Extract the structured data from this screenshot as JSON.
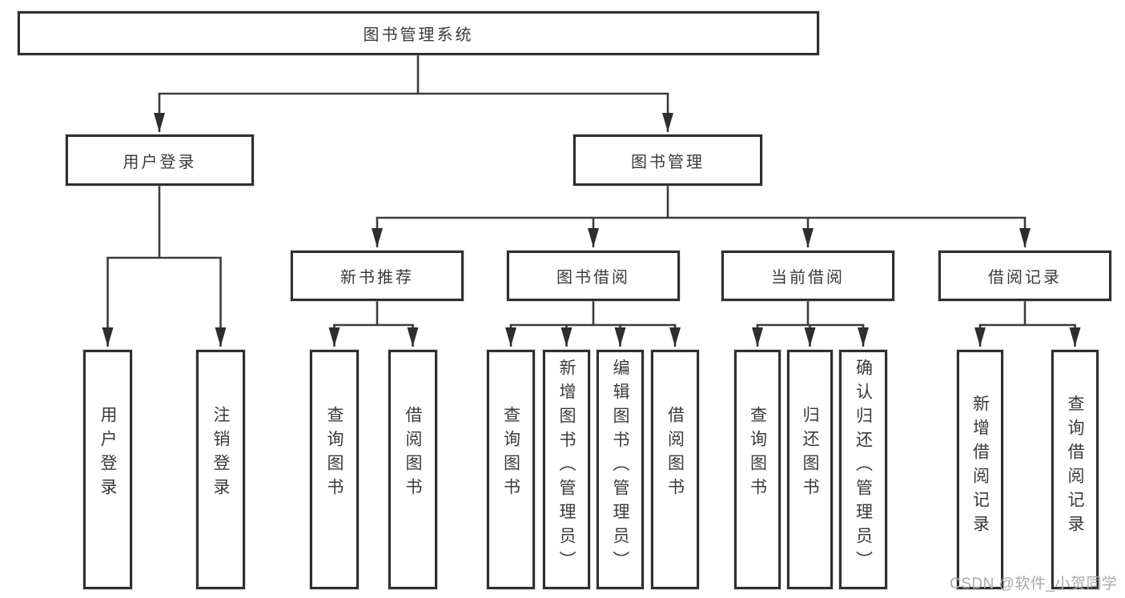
{
  "diagram": {
    "type": "hierarchy-tree",
    "tree": {
      "label": "图书管理系统",
      "children": [
        {
          "label": "用户登录",
          "children": [
            {
              "label": "用户登录"
            },
            {
              "label": "注销登录"
            }
          ]
        },
        {
          "label": "图书管理",
          "children": [
            {
              "label": "新书推荐",
              "children": [
                {
                  "label": "查询图书"
                },
                {
                  "label": "借阅图书"
                }
              ]
            },
            {
              "label": "图书借阅",
              "children": [
                {
                  "label": "查询图书"
                },
                {
                  "label": "新增图书（管理员）"
                },
                {
                  "label": "编辑图书（管理员）"
                },
                {
                  "label": "借阅图书"
                }
              ]
            },
            {
              "label": "当前借阅",
              "children": [
                {
                  "label": "查询图书"
                },
                {
                  "label": "归还图书"
                },
                {
                  "label": "确认归还（管理员）"
                }
              ]
            },
            {
              "label": "借阅记录",
              "children": [
                {
                  "label": "新增借阅记录"
                },
                {
                  "label": "查询借阅记录"
                }
              ]
            }
          ]
        }
      ]
    }
  },
  "watermark": {
    "text": "CSDN @软件_小贺同学"
  },
  "colors": {
    "line": "#3c3c3c",
    "arrow": "#2e2e2e",
    "box_border": "#2f2f2f",
    "text": "#3a3a3a",
    "watermark": "#a9a9b0",
    "background": "#ffffff"
  }
}
